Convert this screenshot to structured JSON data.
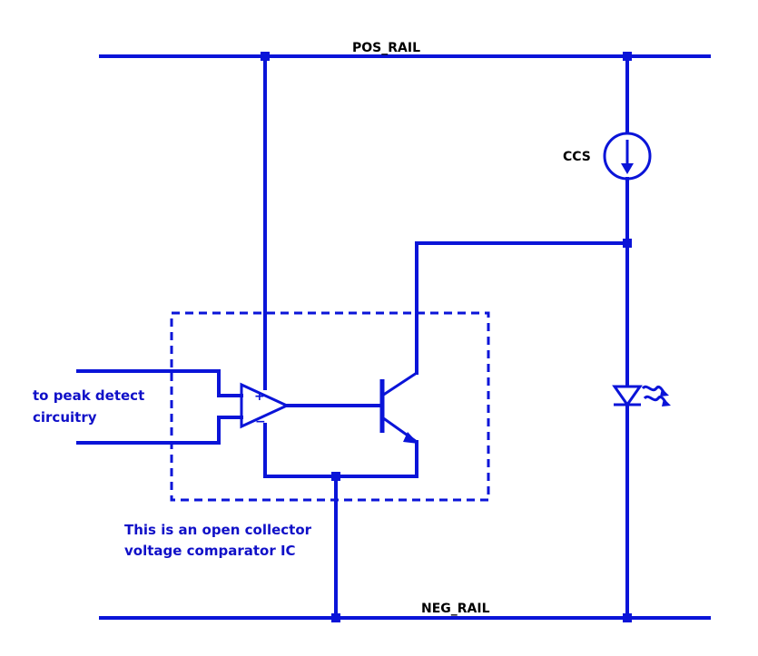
{
  "labels": {
    "pos_rail": "POS_RAIL",
    "neg_rail": "NEG_RAIL",
    "ccs": "CCS",
    "input_note_line1": "to peak detect",
    "input_note_line2": "circuitry",
    "ic_note_line1": "This is an open collector",
    "ic_note_line2": "voltage comparator IC",
    "plus_sign": "+",
    "minus_sign": "−"
  },
  "colors": {
    "wire": "#0a14d8",
    "note_text": "#1010c8",
    "label_text": "#000000",
    "background": "#ffffff"
  },
  "components": [
    "constant-current-source",
    "voltage-comparator",
    "npn-transistor",
    "led"
  ]
}
